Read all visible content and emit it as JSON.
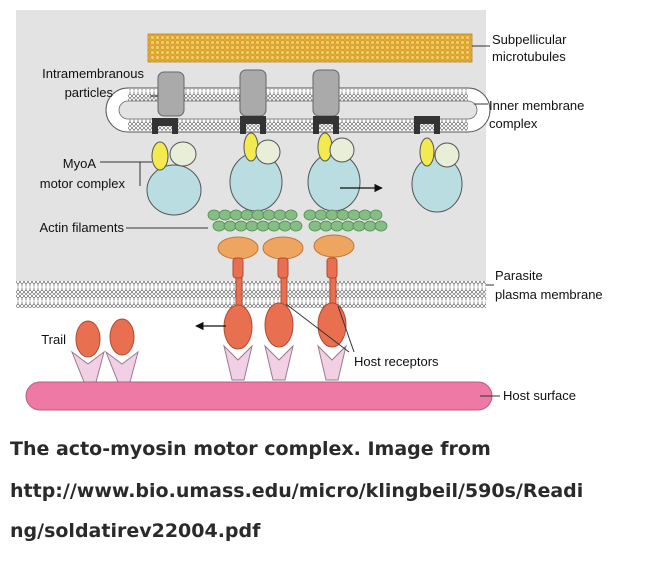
{
  "figure": {
    "labels": {
      "subpellicular_line1": "Subpellicular",
      "subpellicular_line2": "microtubules",
      "intramembranous_line1": "Intramembranous",
      "intramembranous_line2": "particles",
      "inner_membrane_line1": "Inner membrane",
      "inner_membrane_line2": "complex",
      "myoa_line1": "MyoA",
      "myoa_line2": "motor complex",
      "actin": "Actin filaments",
      "parasite_line1": "Parasite",
      "parasite_line2": "plasma membrane",
      "trail": "Trail",
      "host_receptors": "Host receptors",
      "host_surface": "Host surface"
    },
    "colors": {
      "cell_background": "#e3e3e3",
      "microtubules": "#e9b540",
      "particles": "#a9a9a9",
      "myosin_head": "#b9dde0",
      "light_chain": "#f2ea4e",
      "essential_chain": "#e8eed7",
      "actin": "#86bd85",
      "aldolase": "#eea560",
      "adhesin": "#e86f4f",
      "receptor": "#f1cfe4",
      "host_surface": "#ee79a5"
    }
  },
  "caption": {
    "line1": "The acto-myosin motor complex. Image from",
    "line2": "http://www.bio.umass.edu/micro/klingbeil/590s/Readi",
    "line3": "ng/soldatirev22004.pdf"
  }
}
